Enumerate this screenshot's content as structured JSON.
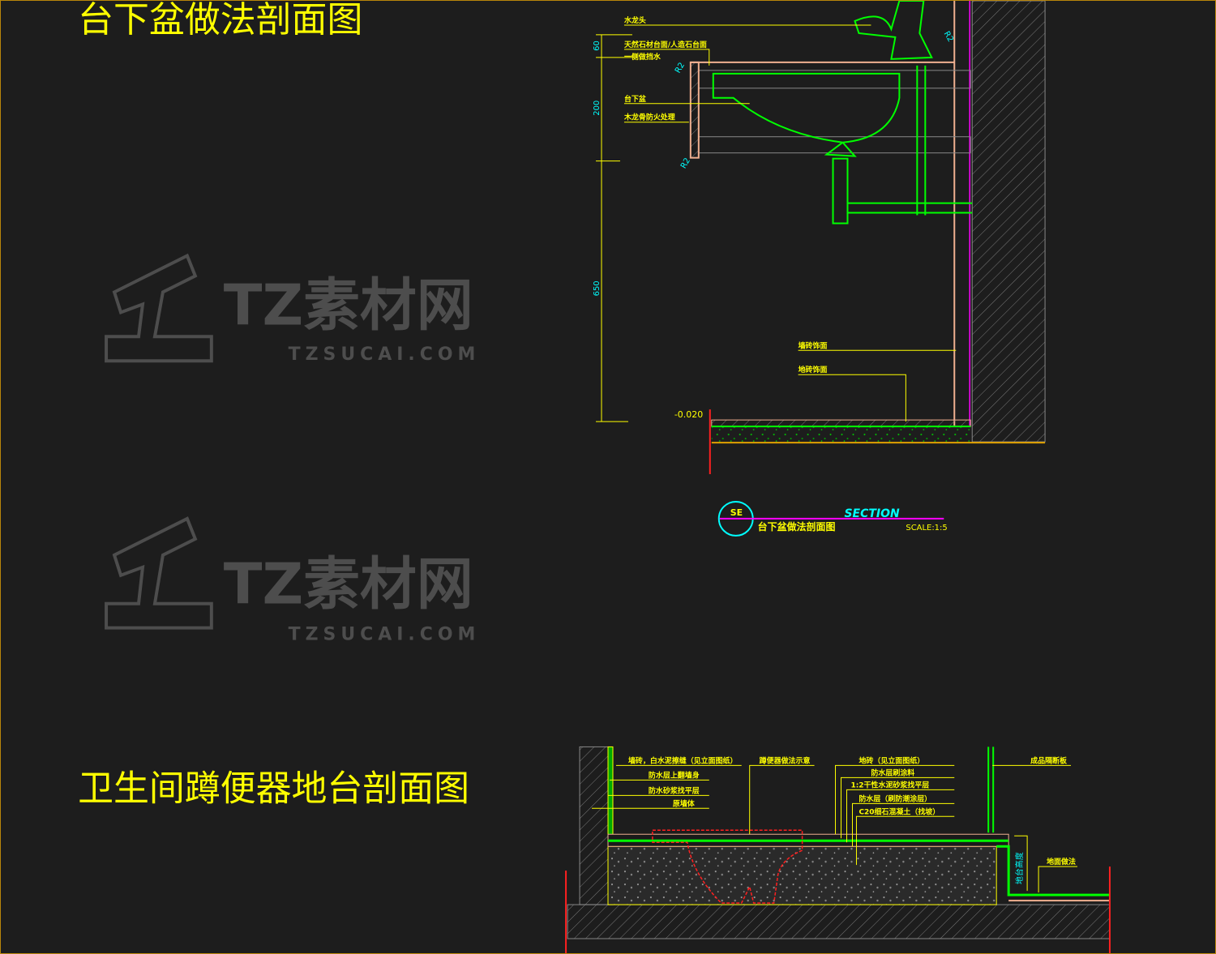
{
  "titles": {
    "basin_section": "台下盆做法剖面图",
    "toilet_section": "卫生间蹲便器地台剖面图"
  },
  "basin": {
    "labels": [
      "水龙头",
      "天然石材台面/人造石台面",
      "一侧做挡水",
      "台下盆",
      "木龙骨防火处理",
      "墙砖饰面",
      "地砖饰面"
    ],
    "dimensions": [
      "60",
      "200",
      "650"
    ],
    "radius_marks": [
      "R2",
      "R2",
      "R2"
    ],
    "elevation": "-0.020",
    "tag": {
      "id": "SE",
      "name": "台下盆做法剖面图",
      "heading": "SECTION",
      "scale": "SCALE:1:5"
    }
  },
  "toilet": {
    "left_labels": [
      "墙砖，白水泥擦缝（见立面图纸）",
      "防水层上翻墙身",
      "防水砂浆找平层",
      "原墙体"
    ],
    "center_label": "蹲便器做法示意",
    "right_labels": [
      "地砖（见立面图纸）",
      "防水层刷涂料",
      "1:2干性水泥砂浆找平层",
      "防水层（刷防潮涂层）",
      "C20细石混凝土（找坡）"
    ],
    "partition_label": "成品隔断板",
    "floor_label": "地面做法",
    "step_dim": "地台高度"
  },
  "watermark": {
    "brand": "TZ素材网",
    "url": "TZSUCAI.COM"
  },
  "colors": {
    "background": "#1d1d1d",
    "text": "#ffff00",
    "dimension": "#00ffff",
    "fixture": "#00ff00",
    "wall": "#f0b090",
    "finish": "#ff00ff"
  }
}
